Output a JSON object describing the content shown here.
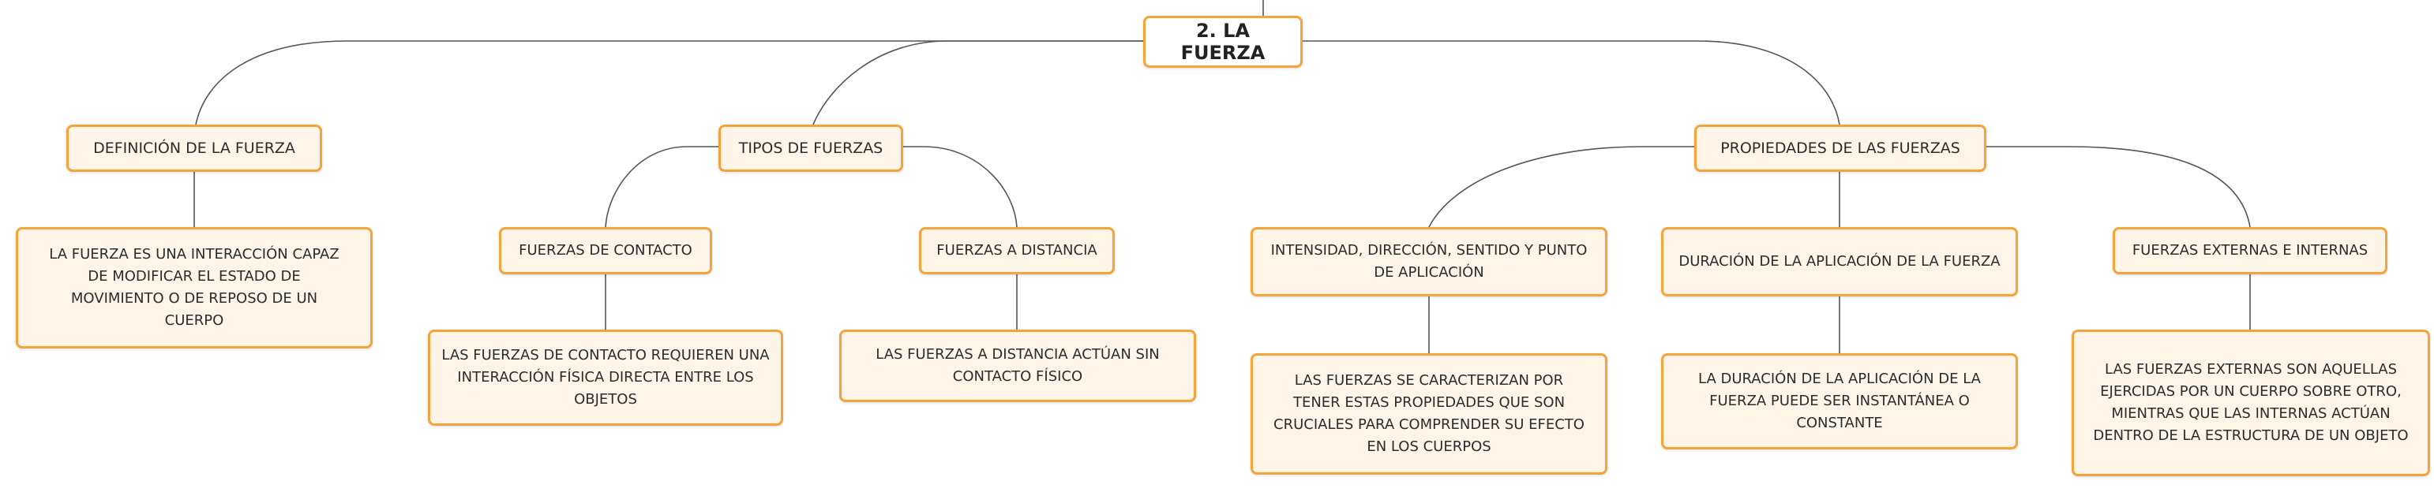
{
  "diagram": {
    "accent_color": "#f3a53c",
    "fill_color": "#fff4e8",
    "line_color": "#555555",
    "root": {
      "label": "2. LA FUERZA"
    },
    "definicion": {
      "label": "DEFINICIÓN DE LA FUERZA",
      "text": "LA FUERZA ES UNA INTERACCIÓN CAPAZ DE MODIFICAR EL ESTADO DE MOVIMIENTO O DE REPOSO DE UN CUERPO"
    },
    "tipos": {
      "label": "TIPOS DE FUERZAS",
      "contacto": {
        "label": "FUERZAS DE CONTACTO",
        "text": "LAS FUERZAS DE CONTACTO REQUIEREN UNA INTERACCIÓN FÍSICA DIRECTA ENTRE LOS OBJETOS"
      },
      "distancia": {
        "label": "FUERZAS A DISTANCIA",
        "text": "LAS FUERZAS A DISTANCIA ACTÚAN SIN CONTACTO FÍSICO"
      }
    },
    "propiedades": {
      "label": "PROPIEDADES DE LAS FUERZAS",
      "intensidad": {
        "label": "INTENSIDAD, DIRECCIÓN, SENTIDO Y PUNTO DE APLICACIÓN",
        "text": "LAS FUERZAS SE CARACTERIZAN POR TENER ESTAS PROPIEDADES QUE SON CRUCIALES PARA COMPRENDER SU EFECTO EN LOS CUERPOS"
      },
      "duracion": {
        "label": "DURACIÓN DE LA APLICACIÓN DE LA FUERZA",
        "text": "LA DURACIÓN DE LA APLICACIÓN DE LA FUERZA PUEDE SER INSTANTÁNEA O CONSTANTE"
      },
      "externas": {
        "label": "FUERZAS EXTERNAS E INTERNAS",
        "text": "LAS FUERZAS EXTERNAS SON AQUELLAS EJERCIDAS POR UN CUERPO SOBRE OTRO, MIENTRAS QUE LAS INTERNAS ACTÚAN DENTRO DE LA ESTRUCTURA DE UN OBJETO"
      }
    }
  }
}
